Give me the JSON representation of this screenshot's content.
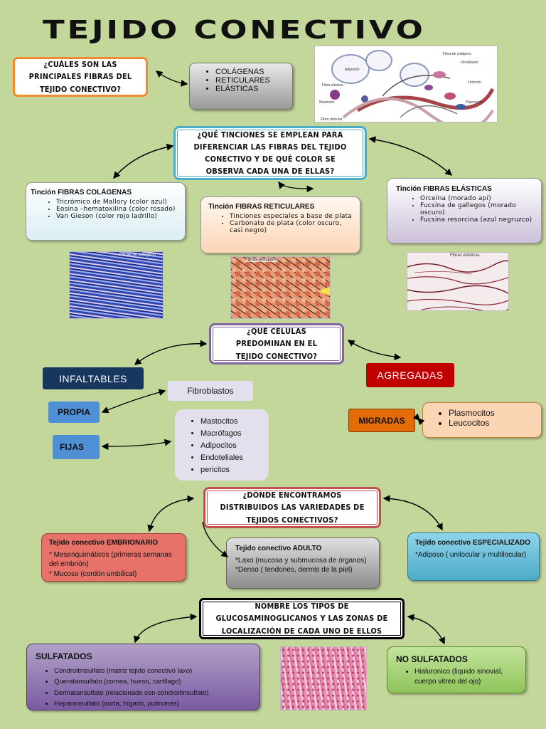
{
  "title": "TEJIDO CONECTIVO",
  "q1": {
    "text": "¿CUÁLES SON LAS PRINCIPALES FIBRAS DEL TEJIDO CONECTIVO?",
    "answers": [
      "COLÁGENAS",
      "RETICULARES",
      "ELÁSTICAS"
    ]
  },
  "diagram_image": {
    "labels": [
      "Fibra de colágeno",
      "Adipocito",
      "Fibroblasto",
      "Linfocito",
      "Mastocito",
      "Fibra elástica",
      "Fibra reticular",
      "Plasmocito"
    ]
  },
  "q2": {
    "text": "¿QUÉ TINCIONES SE EMPLEAN PARA DIFERENCIAR LAS FIBRAS DEL TEJIDO CONECTIVO Y DE QUÉ COLOR SE OBSERVA CADA UNA DE ELLAS?"
  },
  "stain_colagenas": {
    "header": "Tinción FIBRAS COLÁGENAS",
    "items": [
      "Tricrómico de Mallory (color azul)",
      "Eosina –hematoxilina (color rosado)",
      "Van Gieson (color rojo ladrillo)"
    ]
  },
  "stain_reticulares": {
    "header": "Tinción FIBRAS RETICULARES",
    "items": [
      "Tinciones especiales a base de plata",
      "Carbonato de plata (color oscuro, casi negro)"
    ]
  },
  "stain_elasticas": {
    "header": "Tinción FIBRAS ELÁSTICAS",
    "items": [
      "Orceína (morado apí)",
      "Fucsina de gallegos (morado oscuro)",
      "Fucsina resorcina (azul negruzco)"
    ]
  },
  "micro_labels": {
    "colageno": "Fibras de colágeno",
    "reticular": "Fibras reticulares",
    "elastica": "Fibras elásticas"
  },
  "q3": {
    "text": "¿QUÉ CÉLULAS PREDOMINAN EN EL TEJIDO CONECTIVO?"
  },
  "cells": {
    "infaltables": "INFALTABLES",
    "agregadas": "AGREGADAS",
    "propia": "PROPIA",
    "fijas": "FIJAS",
    "migradas": "MIGRADAS",
    "fibroblastos": "Fibroblastos",
    "fijas_list": [
      "Mastocitos",
      "Macrófagos",
      "Adipocitos",
      "Endoteliales",
      "pericitos"
    ],
    "migradas_list": [
      "Plasmocitos",
      "Leucocitos"
    ]
  },
  "q4": {
    "text": "¿DÓNDE ENCONTRAMOS DISTRIBUIDOS LAS VARIEDADES DE TEJIDOS CONECTIVOS?"
  },
  "tej_embrionario": {
    "header": "Tejido conectivo EMBRIONARIO",
    "lines": [
      "* Mesenquimáticos (primeras semanas del embrión)",
      "* Mucoso (cordón umbilical)"
    ]
  },
  "tej_adulto": {
    "header": "Tejido conectivo ADULTO",
    "lines": [
      "*Laxo (mucosa y submucosa de órganos)",
      "*Denso ( tendones, dermis de la piel)"
    ]
  },
  "tej_especializado": {
    "header": "Tejido conectivo ESPECIALIZADO",
    "lines": [
      "*Adiposo ( unilocular y multilocular)"
    ]
  },
  "q5": {
    "text": "NOMBRE LOS TIPOS DE GLUCOSAMINOGLICANOS Y LAS ZONAS DE LOCALIZACIÓN DE CADA UNO DE ELLOS"
  },
  "sulfatados": {
    "header": "SULFATADOS",
    "items": [
      "Condroitinsulfato (matriz tejido conectivo laxo)",
      "Queratansulfato (cornea, hueso, cartílago)",
      "Dermatansulfato (relacionado con condroitinsulfato)",
      "Heparansulfato (aorta, hígado, pulmones)"
    ]
  },
  "no_sulfatados": {
    "header": "NO SULFATADOS",
    "items": [
      "Hialuronico (liquido sinovial, cuerpo vitreo del ojo)"
    ]
  },
  "colors": {
    "background": "#c4d79b",
    "q1_border": "#f28a2e",
    "q2_border": "#4bacc6",
    "q3_border": "#8064a2",
    "q4_border": "#c0504d",
    "q5_border": "#000000",
    "infaltables": "#17375e",
    "agregadas": "#c00000",
    "propia_fijas": "#4f8fd6",
    "migradas": "#e36c09"
  }
}
